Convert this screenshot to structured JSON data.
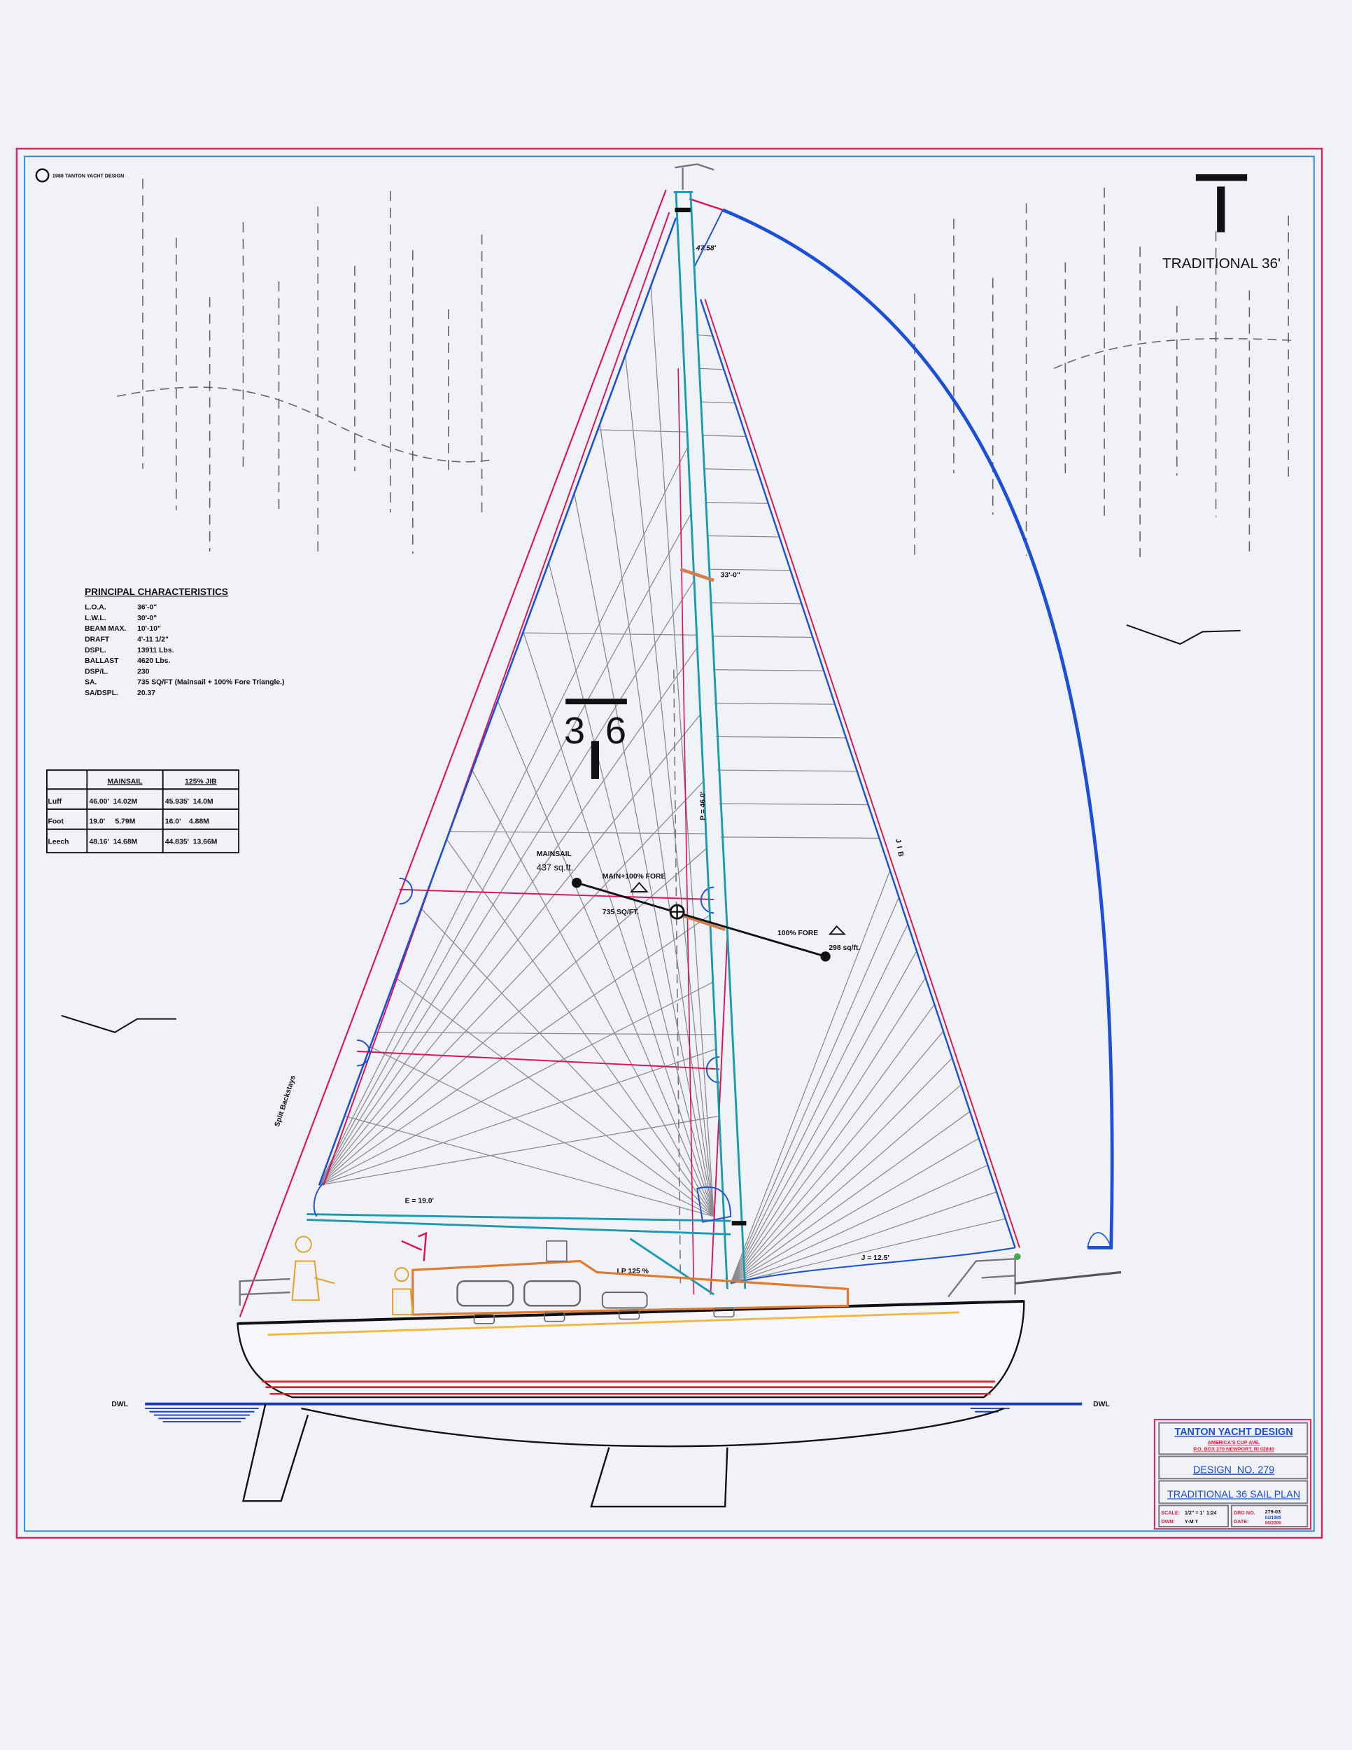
{
  "copyright": {
    "symbol": "©",
    "text": "1988 TANTON YACHT DESIGN"
  },
  "logo": {
    "title": "TRADITIONAL 36'",
    "digit_left": "3",
    "digit_right": "6"
  },
  "principal": {
    "title": "PRINCIPAL CHARACTERISTICS",
    "rows": [
      {
        "label": "L.O.A.",
        "value": "36'-0\""
      },
      {
        "label": "L.W.L.",
        "value": "30'-0\""
      },
      {
        "label": "BEAM MAX.",
        "value": "10'-10\""
      },
      {
        "label": "DRAFT",
        "value": "4'-11 1/2\""
      },
      {
        "label": "DSPL.",
        "value": "13911 Lbs."
      },
      {
        "label": "BALLAST",
        "value": "4620 Lbs."
      },
      {
        "label": "DSP/L.",
        "value": "230"
      },
      {
        "label": "SA.",
        "value": "735 SQ/FT (Mainsail + 100% Fore Triangle.)"
      },
      {
        "label": "SA/DSPL.",
        "value": "20.37"
      }
    ]
  },
  "sail_table": {
    "headers": [
      "MAINSAIL",
      "125% JIB"
    ],
    "rows": [
      {
        "label": "Luff",
        "main": "46.00'  14.02M",
        "jib": "45.935'  14.0M"
      },
      {
        "label": "Foot",
        "main": "19.0'     5.79M",
        "jib": "16.0'    4.88M"
      },
      {
        "label": "Leech",
        "main": "48.16'  14.68M",
        "jib": "44.835'  13.66M"
      }
    ]
  },
  "labels": {
    "masthead_height": "47.58'",
    "hounds_height": "33'-0\"",
    "p": "P = 46.0'",
    "jib": "JIB",
    "mainsail": "MAINSAIL",
    "mainsail_area": "437 sq.ft.",
    "main_fore": "MAIN+100% FORE",
    "total_area": "735 SQ/FT.",
    "fore": "100% FORE",
    "fore_area": "298 sq/ft.",
    "e": "E = 19.0'",
    "j": "J = 12.5'",
    "lp": "LP 125 %",
    "backstays": "Split Backstays",
    "dwl_left": "DWL",
    "dwl_right": "DWL"
  },
  "title_block": {
    "company": "TANTON YACHT DESIGN",
    "address1": "AMERICA'S CUP AVE.",
    "address2": "P.O. BOX 270 NEWPORT, RI 02840",
    "design": "DESIGN  NO. 279",
    "plan": "TRADITIONAL 36 SAIL PLAN",
    "scale_label": "SCALE:",
    "scale": "1/2\" = 1'  1:24",
    "dwn_label": "DWN:",
    "dwn": "Y-M T",
    "drg_label": "DRG NO.",
    "drg": "279-03",
    "date_label": "DATE:",
    "date1": "02/1989",
    "date2": "06/2006"
  },
  "colors": {
    "border_red": "#e0205a",
    "border_blue": "#2a8ae0",
    "mast_teal": "#1a9ab0",
    "sail_blue": "#1c4fd8",
    "stay_red": "#e01050",
    "panel_gray": "#8a8a92",
    "house_orange": "#e07a30"
  }
}
